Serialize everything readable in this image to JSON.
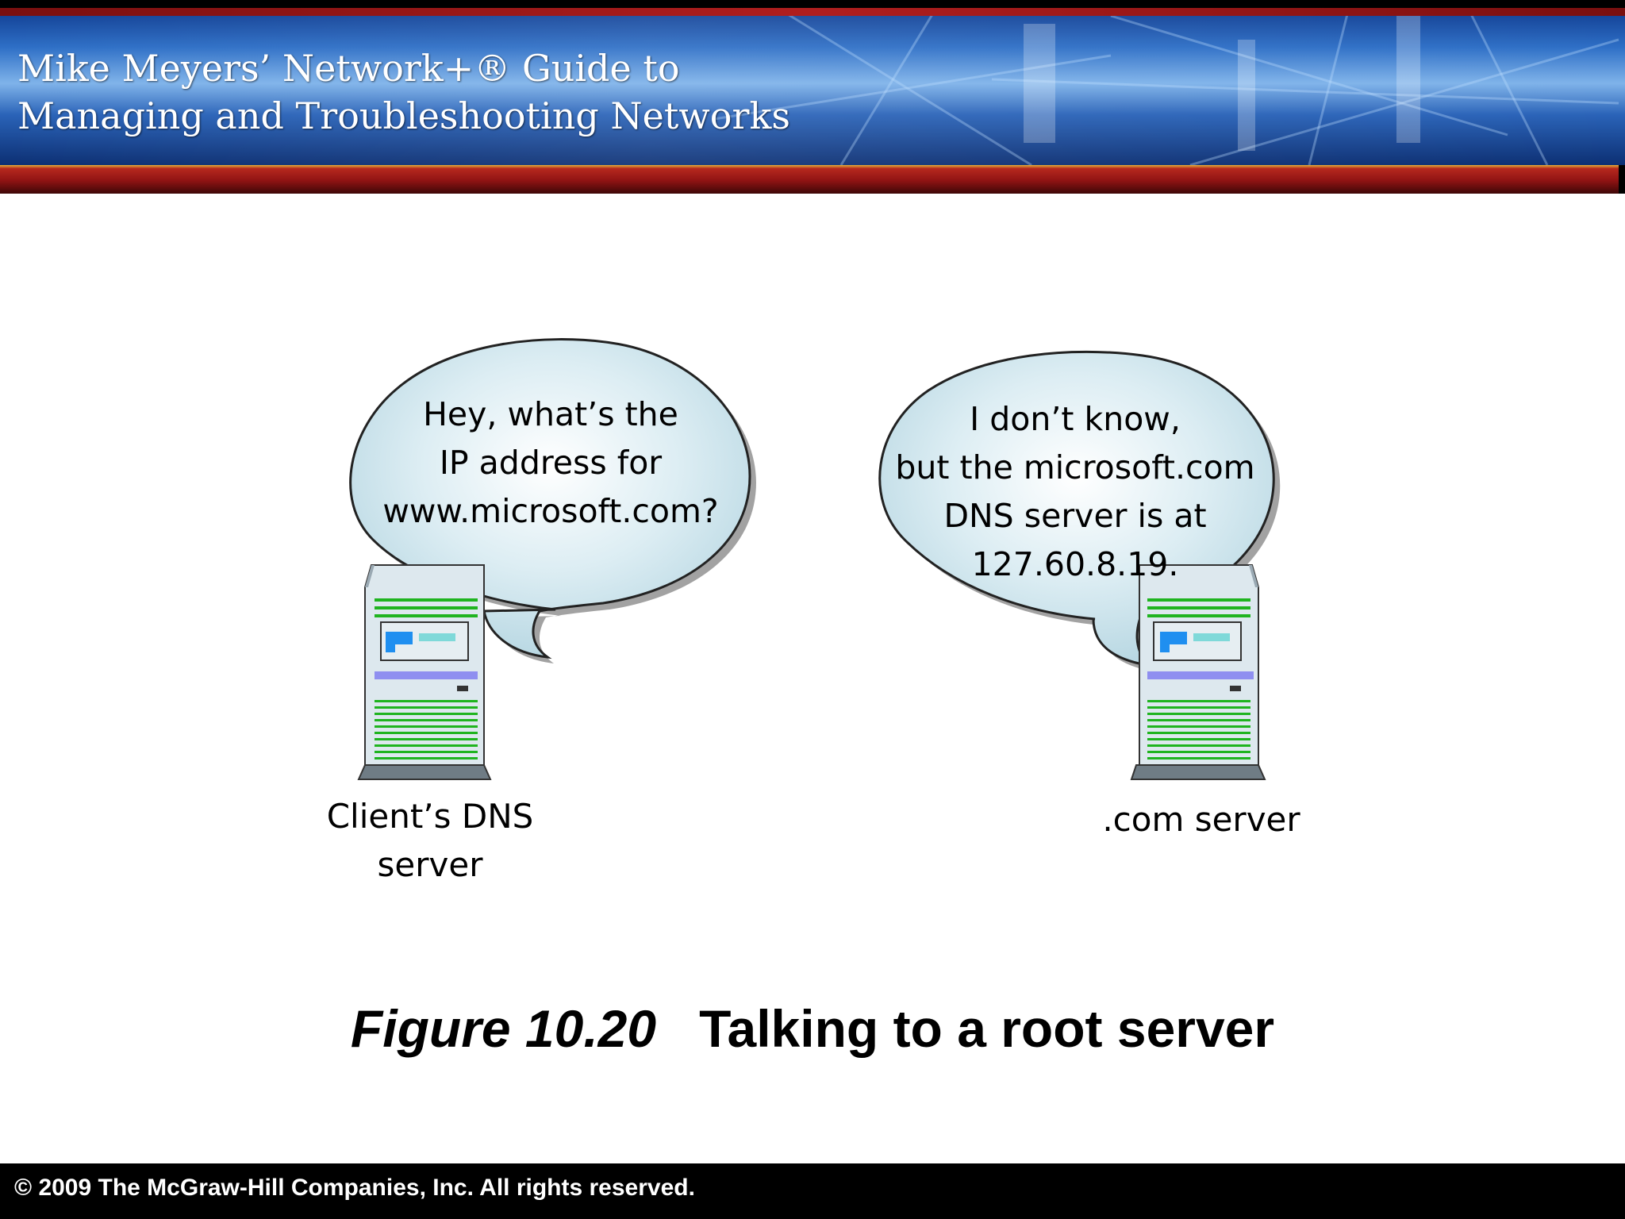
{
  "header": {
    "title_line1": "Mike Meyers’ Network+® Guide to",
    "title_line2": "Managing and Troubleshooting Networks"
  },
  "diagram": {
    "client_bubble": {
      "lines": [
        "Hey, what’s the",
        "IP address for",
        "www.microsoft.com?"
      ]
    },
    "com_bubble": {
      "lines": [
        "I don’t know,",
        "but the microsoft.com",
        "DNS server is at",
        "127.60.8.19."
      ]
    },
    "client_server_label": [
      "Client’s DNS",
      "server"
    ],
    "com_server_label": ".com server"
  },
  "caption": {
    "figure_number": "Figure 10.20",
    "figure_title": "Talking to a root server"
  },
  "footer": {
    "copyright": "© 2009 The McGraw-Hill Companies, Inc. All rights reserved."
  },
  "colors": {
    "bubble_fill": "#cfe6ee",
    "server_body": "#dde8ee",
    "server_stripe": "#1fb41f",
    "server_bar": "#8f8ff0",
    "screen_blue": "#1f8ff0",
    "screen_teal": "#7fd9d9"
  }
}
